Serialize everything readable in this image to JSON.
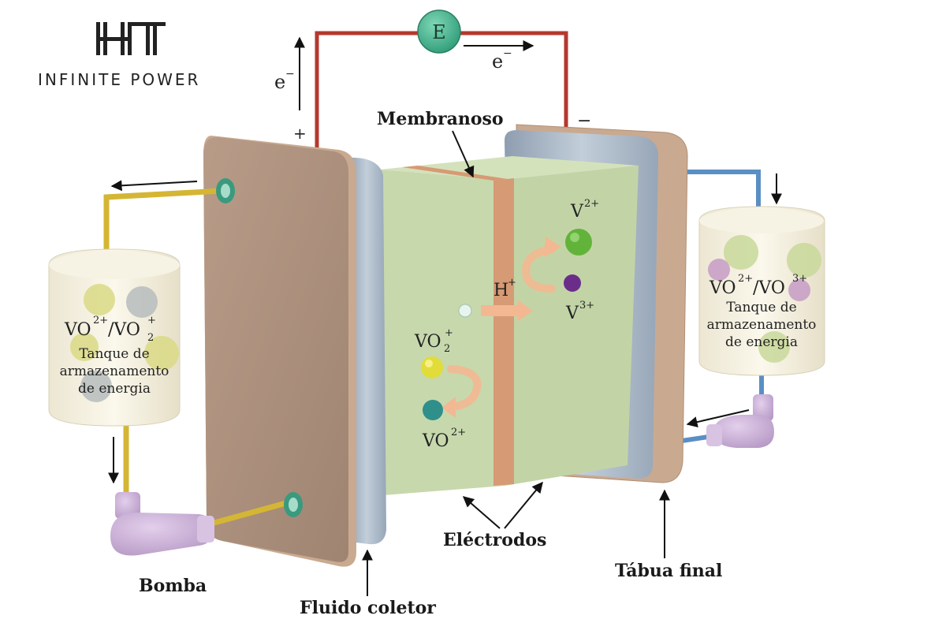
{
  "logo": {
    "mark": "HT",
    "tagline": "INFINITE POWER"
  },
  "circuit": {
    "source_label": "E",
    "electron_left": "e",
    "electron_right": "e",
    "electron_sup": "−",
    "positive": "+",
    "negative": "−"
  },
  "labels": {
    "membrane": "Membranoso",
    "electrodes": "Eléctrodos",
    "pump": "Bomba",
    "collector": "Fluido coletor",
    "end_plate": "Tábua final"
  },
  "left_tank": {
    "formula_a": "VO",
    "formula_a_sup": "2+",
    "formula_sep": "/VO",
    "formula_b_sup": "+",
    "formula_b_sub": "2",
    "line1": "Tanque de",
    "line2": "armazenamento",
    "line3": "de energia"
  },
  "right_tank": {
    "formula_a": "VO",
    "formula_a_sup": "2+",
    "formula_sep": "/VO",
    "formula_b_sup": "3+",
    "line1": "Tanque de",
    "line2": "armazenamento",
    "line3": "de energia"
  },
  "ions": {
    "v2": "V",
    "v2_sup": "2+",
    "v3": "V",
    "v3_sup": "3+",
    "h": "H",
    "h_sup": "+",
    "vo2": "VO",
    "vo2_sub": "2",
    "vo2_sup": "+",
    "vo": "VO",
    "vo_sup": "2+"
  },
  "colors": {
    "wire_positive": "#b5382e",
    "wire_negative": "#5a8fc4",
    "pipe_left": "#d4b634",
    "end_plate": "#c9aa90",
    "collector": "#a9b7c6",
    "electrolyte": "#c9d9b0",
    "membrane": "#d69a74",
    "source": "#3fae8c",
    "pump": "#cdb2d9"
  }
}
